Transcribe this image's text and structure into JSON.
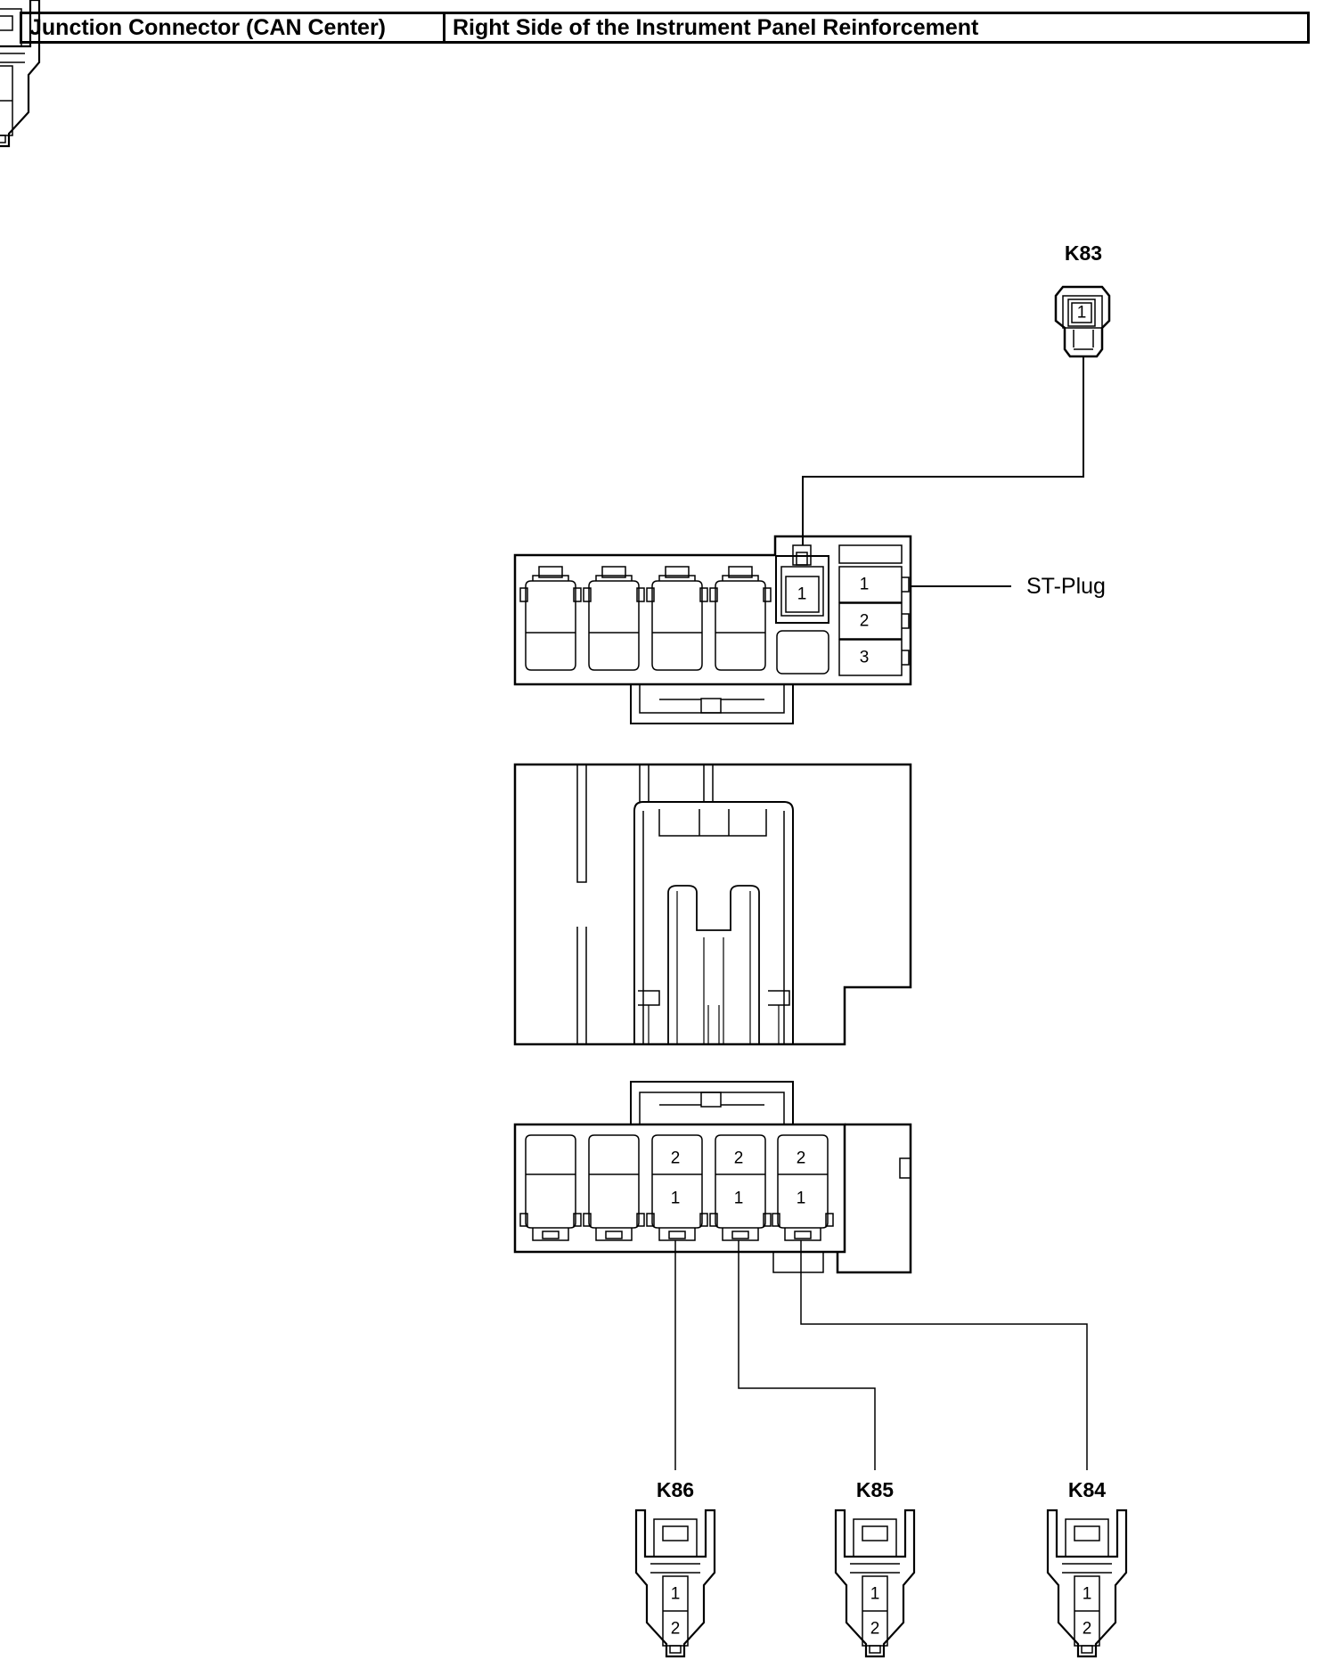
{
  "header": {
    "component": "Junction Connector (CAN Center)",
    "location": "Right Side of the Instrument Panel Reinforcement"
  },
  "connectors": {
    "k83": "K83",
    "k84": "K84",
    "k85": "K85",
    "k86": "K86"
  },
  "st_plug": {
    "label": "ST-Plug",
    "pins": [
      "1",
      "2",
      "3"
    ]
  },
  "top_connector": {
    "pin": "1"
  },
  "bottom_connector": {
    "upper_pins": [
      "2",
      "2",
      "2"
    ],
    "lower_pins": [
      "1",
      "1",
      "1"
    ]
  },
  "mini_connector_pins": [
    "1",
    "2"
  ],
  "k83_pin": "1"
}
